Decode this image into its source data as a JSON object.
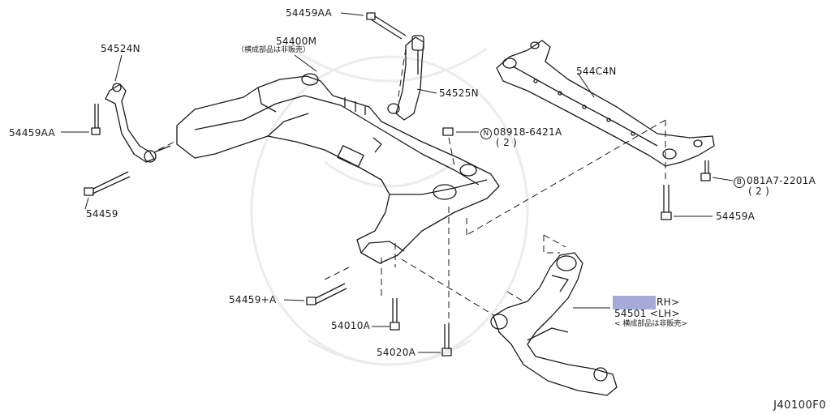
{
  "parts": {
    "p1": "54459AA",
    "p2": "54400M",
    "p2_note": "（横成部品は非販売）",
    "p3": "54524N",
    "p4": "54525N",
    "p5": "54459AA",
    "p6_prefix": "N",
    "p6": "08918-6421A",
    "p6_qty": "( 2 )",
    "p7": "544C4N",
    "p8": "54459",
    "p9_prefix": "B",
    "p9": "081A7-2201A",
    "p9_qty": "( 2 )",
    "p10": "54459A",
    "p11_rh": "RH>",
    "p11": "54501 <LH>",
    "p11_note": "< 横成部品は非販売>",
    "p12": "54459+A",
    "p13": "54010A",
    "p14": "54020A"
  },
  "diagram_code": "J40100F0",
  "colors": {
    "highlight": "#a5aad8",
    "line": "#1a1a1a"
  }
}
